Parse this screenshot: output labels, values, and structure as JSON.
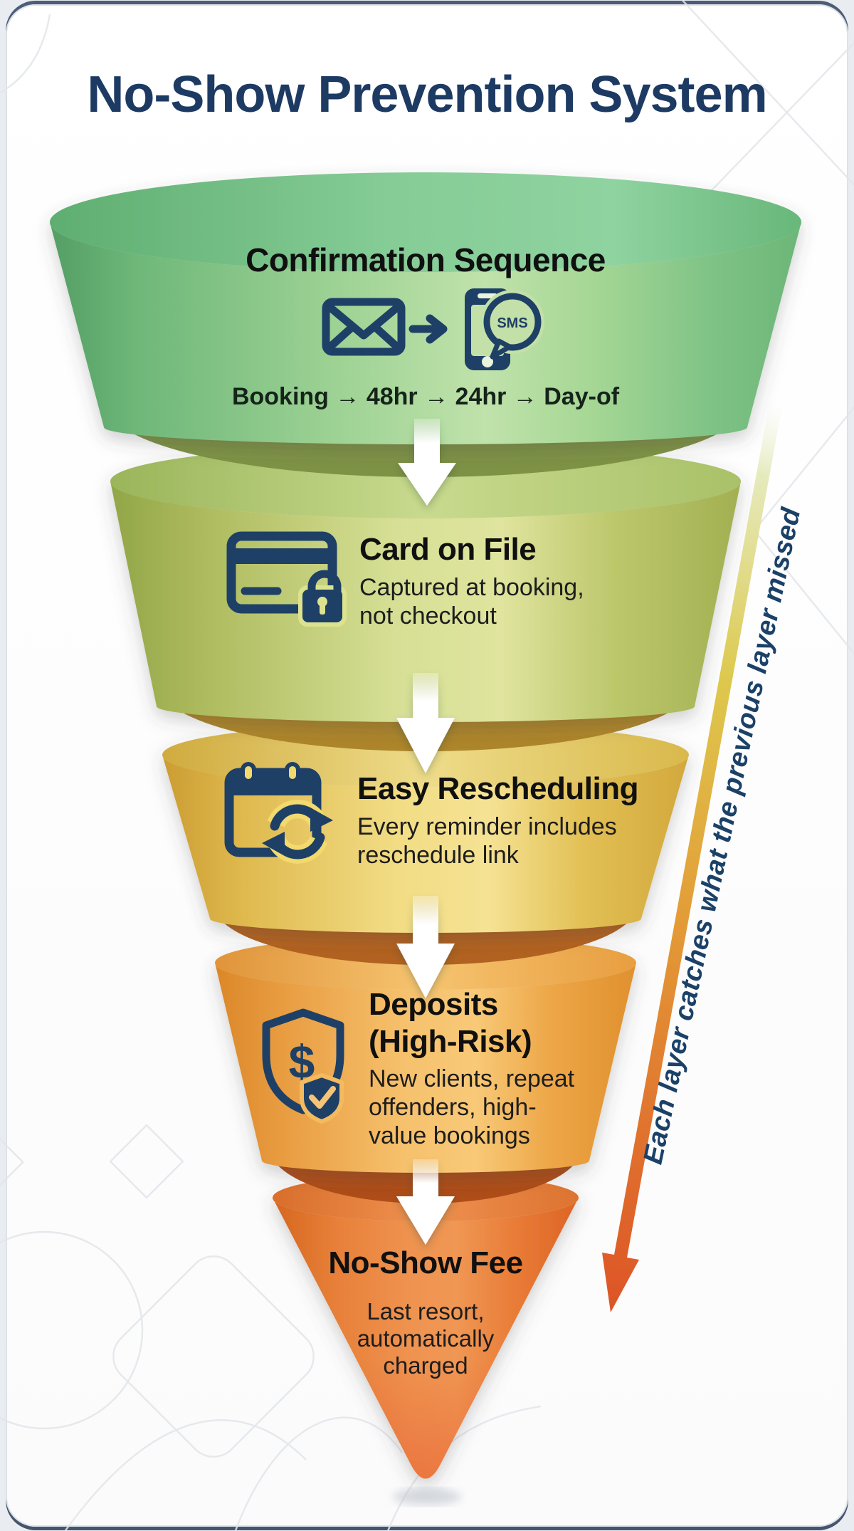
{
  "header": {
    "title": "No-Show Prevention System"
  },
  "side_note": {
    "label": "Each layer catches what the previous layer missed"
  },
  "funnel": {
    "layers": [
      {
        "name": "confirmation-sequence",
        "title": "Confirmation Sequence",
        "timeline": "Booking → 48hr → 24hr → Day-of",
        "icons": [
          "email-icon",
          "arrow-right-icon",
          "sms-phone-icon"
        ],
        "sms_badge": "SMS",
        "color": "#7CC589"
      },
      {
        "name": "card-on-file",
        "title": "Card on File",
        "subtitle_lines": [
          "Captured at booking,",
          "not checkout"
        ],
        "icons": [
          "credit-card-lock-icon"
        ],
        "color": "#CDDA8E"
      },
      {
        "name": "easy-rescheduling",
        "title": "Easy Rescheduling",
        "subtitle_lines": [
          "Every reminder includes",
          "reschedule link"
        ],
        "icons": [
          "calendar-reschedule-icon"
        ],
        "color": "#F2DD85"
      },
      {
        "name": "deposits-high-risk",
        "title_lines": [
          "Deposits",
          "(High-Risk)"
        ],
        "subtitle_lines": [
          "New clients, repeat",
          "offenders, high-",
          "value bookings"
        ],
        "icons": [
          "shield-dollar-check-icon"
        ],
        "shield_symbol": "$",
        "color": "#F6C16D"
      },
      {
        "name": "no-show-fee",
        "title": "No-Show Fee",
        "subtitle_lines": [
          "Last resort,",
          "automatically",
          "charged"
        ],
        "icons": [],
        "color": "#EF9350"
      }
    ]
  },
  "colors": {
    "title_navy": "#1d3a63",
    "icon_navy": "#1e4066",
    "layer1_green": "#7CC589",
    "layer2_yellow_green": "#CDDA8E",
    "layer3_gold": "#F2DD85",
    "layer4_orange": "#F6C16D",
    "layer5_red_orange": "#EF9350",
    "flow_arrow_white": "#ffffff",
    "side_arrow_start": "#ddc94e",
    "side_arrow_end": "#dd5426"
  }
}
